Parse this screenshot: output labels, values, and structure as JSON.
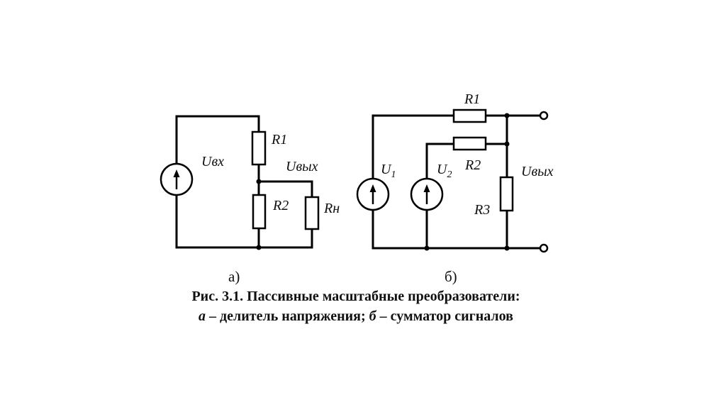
{
  "diagram_a": {
    "panel_label": "а)",
    "source_label": "Uвх",
    "output_label": "Uвых",
    "resistors": [
      "R1",
      "R2",
      "Rн"
    ]
  },
  "diagram_b": {
    "panel_label": "б)",
    "source1_label": "U",
    "source1_sub": "1",
    "source2_label": "U",
    "source2_sub": "2",
    "output_label": "Uвых",
    "resistors": [
      "R1",
      "R2",
      "R3"
    ]
  },
  "caption": {
    "line1": "Рис. 3.1. Пассивные масштабные преобразователи:",
    "line2_a": "а",
    "line2_a_text": " – делитель напряжения; ",
    "line2_b": "б",
    "line2_b_text": " – сумматор сигналов"
  }
}
